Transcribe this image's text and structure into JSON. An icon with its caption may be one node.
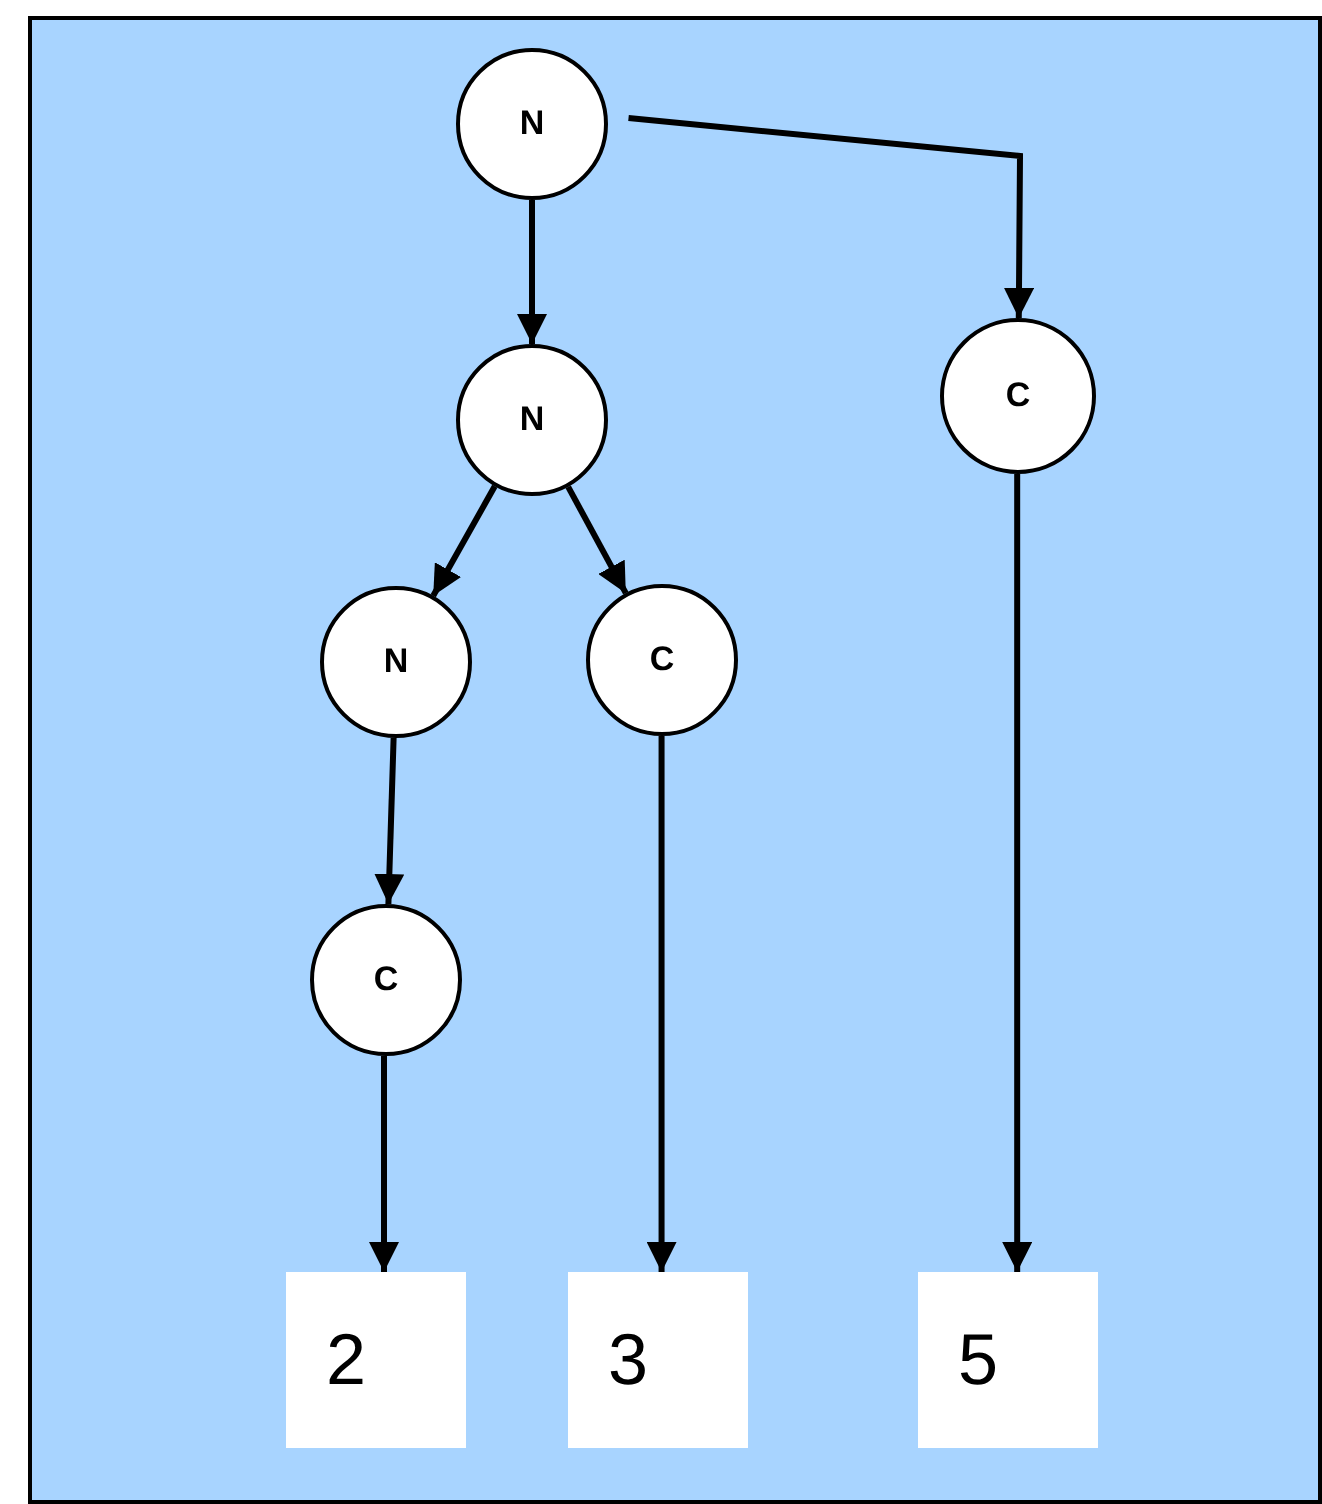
{
  "diagram": {
    "nodes": [
      {
        "text": [
          "N"
        ]
      },
      {
        "text": [
          "C"
        ]
      },
      {
        "text": [
          "N"
        ]
      },
      {
        "text": [
          "N"
        ]
      },
      {
        "text": [
          "C"
        ]
      },
      {
        "text": [
          "C"
        ]
      },
      {
        "text": [
          "2"
        ]
      },
      {
        "text": [
          "3"
        ]
      },
      {
        "text": [
          "5"
        ]
      }
    ],
    "edges": [
      {
        "from": 0,
        "to": 2,
        "arrow": "to"
      },
      {
        "from": 0,
        "to": 1,
        "arrow": "to"
      },
      {
        "from": 2,
        "to": 3,
        "arrow": "to"
      },
      {
        "from": 2,
        "to": 4,
        "arrow": "to"
      },
      {
        "from": 3,
        "to": 5,
        "arrow": "to"
      },
      {
        "from": 5,
        "to": 6,
        "arrow": "to"
      },
      {
        "from": 4,
        "to": 7,
        "arrow": "to"
      },
      {
        "from": 1,
        "to": 8,
        "arrow": "to"
      }
    ]
  }
}
